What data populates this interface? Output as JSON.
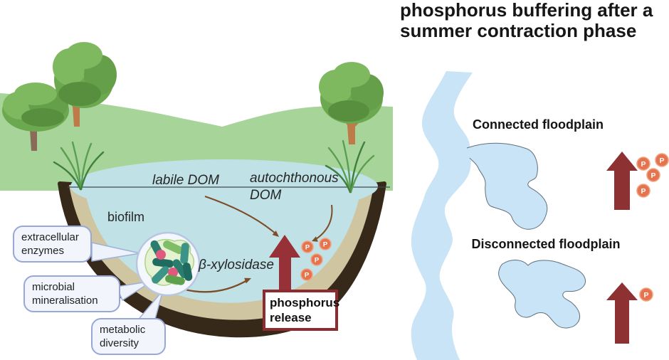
{
  "title": {
    "line1": "phosphorus buffering after a",
    "line2": "summer contraction phase"
  },
  "pond": {
    "labels": {
      "labile_dom": "labile DOM",
      "autochthonous_dom": "autochthonous DOM",
      "biofilm": "biofilm",
      "beta_xylosidase": "β-xylosidase",
      "phosphorus_release": "phosphorus release"
    },
    "bubbles": [
      {
        "label": "extracellular enzymes"
      },
      {
        "label": "microbial mineralisation"
      },
      {
        "label": "metabolic diversity"
      }
    ],
    "p_symbol": "P",
    "p_count": 4
  },
  "floodplains": {
    "connected": {
      "label": "Connected floodplain",
      "p_count": 4
    },
    "disconnected": {
      "label": "Disconnected floodplain",
      "p_count": 1
    }
  },
  "colors": {
    "grass_green": "#a7d599",
    "tree_green": "#6ca84f",
    "pond_water": "#c0e1e5",
    "sediment_tan": "#cfc6a1",
    "sediment_dark": "#37291a",
    "arrow_red": "#963137",
    "phosphorus_orange": "#e4734e",
    "river_blue": "#c9e4f6",
    "bubble_border": "#97a8d8",
    "dom_arrow_brown": "#7d4c28"
  }
}
